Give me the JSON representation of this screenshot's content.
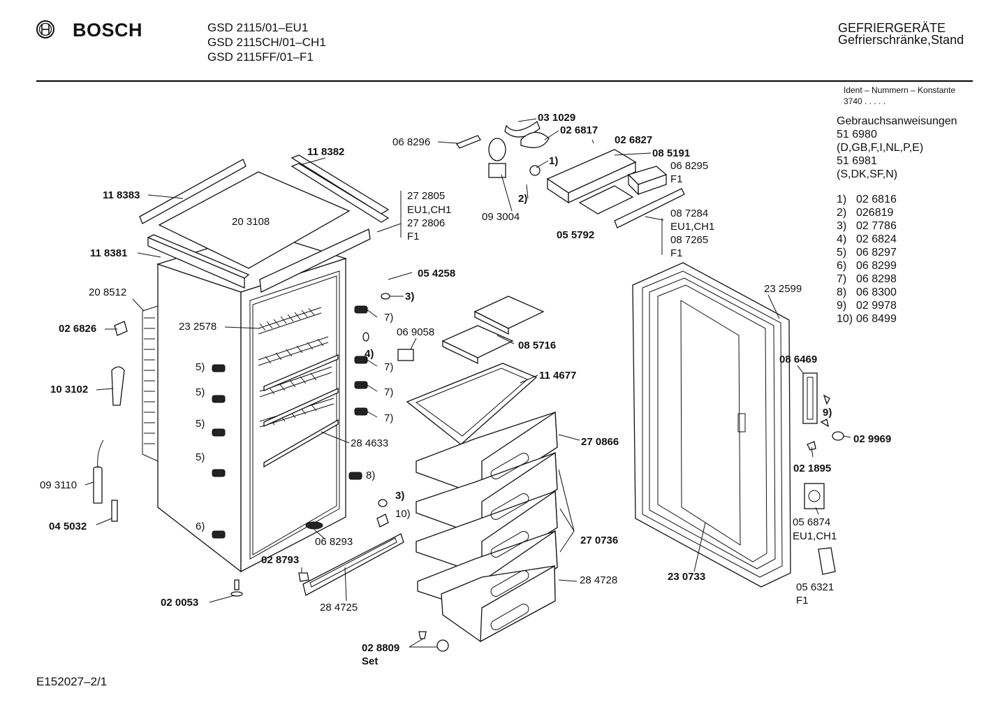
{
  "header": {
    "brand": "BOSCH",
    "models": [
      "GSD 2115/01–EU1",
      "GSD 2115CH/01–CH1",
      "GSD 2115FF/01–F1"
    ],
    "category_line1": "GEFRIERGERÄTE",
    "category_line2": "Gefrierschränke,Stand"
  },
  "sidebar": {
    "ident_label": "Ident – Nummern – Konstante",
    "ident_value": "3740 . . . . .",
    "manuals_title": "Gebrauchsanweisungen",
    "manuals": [
      "51 6980",
      "(D,GB,F,I,NL,P,E)",
      "51 6981",
      "(S,DK,SF,N)"
    ],
    "footnotes": [
      {
        "key": "1)",
        "value": "02 6816"
      },
      {
        "key": "2)",
        "value": "026819"
      },
      {
        "key": "3)",
        "value": "02 7786"
      },
      {
        "key": "4)",
        "value": "02 6824"
      },
      {
        "key": "5)",
        "value": "06 8297"
      },
      {
        "key": "6)",
        "value": "06 8299"
      },
      {
        "key": "7)",
        "value": "06 8298"
      },
      {
        "key": "8)",
        "value": "06 8300"
      },
      {
        "key": "9)",
        "value": "02 9978"
      },
      {
        "key": "10)",
        "value": "06 8499"
      }
    ]
  },
  "parts": {
    "p031029": "03 1029",
    "p026817": "02 6817",
    "p026827": "02 6827",
    "p068296": "06 8296",
    "p085191": "08 5191",
    "p068295": "06 8295",
    "f1_a": "F1",
    "p118382": "11 8382",
    "p118383": "11 8383",
    "p272805": "27 2805",
    "eu1ch1_a": "EU1,CH1",
    "p272806": "27 2806",
    "f1_b": "F1",
    "p203108": "20 3108",
    "p093004": "09 3004",
    "p055792": "05 5792",
    "p087284": "08 7284",
    "eu1ch1_b": "EU1,CH1",
    "p087265": "08 7265",
    "f1_c": "F1",
    "p118381": "11 8381",
    "p054258": "05 4258",
    "p208512": "20 8512",
    "p232578": "23 2578",
    "p026826": "02 6826",
    "p069058": "06 9058",
    "p085716": "08 5716",
    "p232599": "23 2599",
    "p103102": "10 3102",
    "p114677": "11 4677",
    "p086469": "08 6469",
    "p284633": "28 4633",
    "p270866": "27 0866",
    "p029969": "02 9969",
    "p021895": "02 1895",
    "p093110": "09 3110",
    "p045032": "04 5032",
    "p068293": "06 8293",
    "p056874": "05 6874",
    "eu1ch1_c": "EU1,CH1",
    "p270736": "27 0736",
    "p028793": "02 8793",
    "p230733": "23 0733",
    "p284728": "28 4728",
    "p056321": "05 6321",
    "f1_d": "F1",
    "p020053": "02 0053",
    "p284725": "28 4725",
    "p028809": "02 8809",
    "set": "Set"
  },
  "refs": {
    "r1": "1)",
    "r2": "2)",
    "r3a": "3)",
    "r3b": "3)",
    "r4": "4)",
    "r5a": "5)",
    "r5b": "5)",
    "r5c": "5)",
    "r5d": "5)",
    "r6": "6)",
    "r7a": "7)",
    "r7b": "7)",
    "r7c": "7)",
    "r7d": "7)",
    "r8": "8)",
    "r9": "9)",
    "r10": "10)"
  },
  "footer": {
    "drawing_id": "E152027–2/1"
  }
}
